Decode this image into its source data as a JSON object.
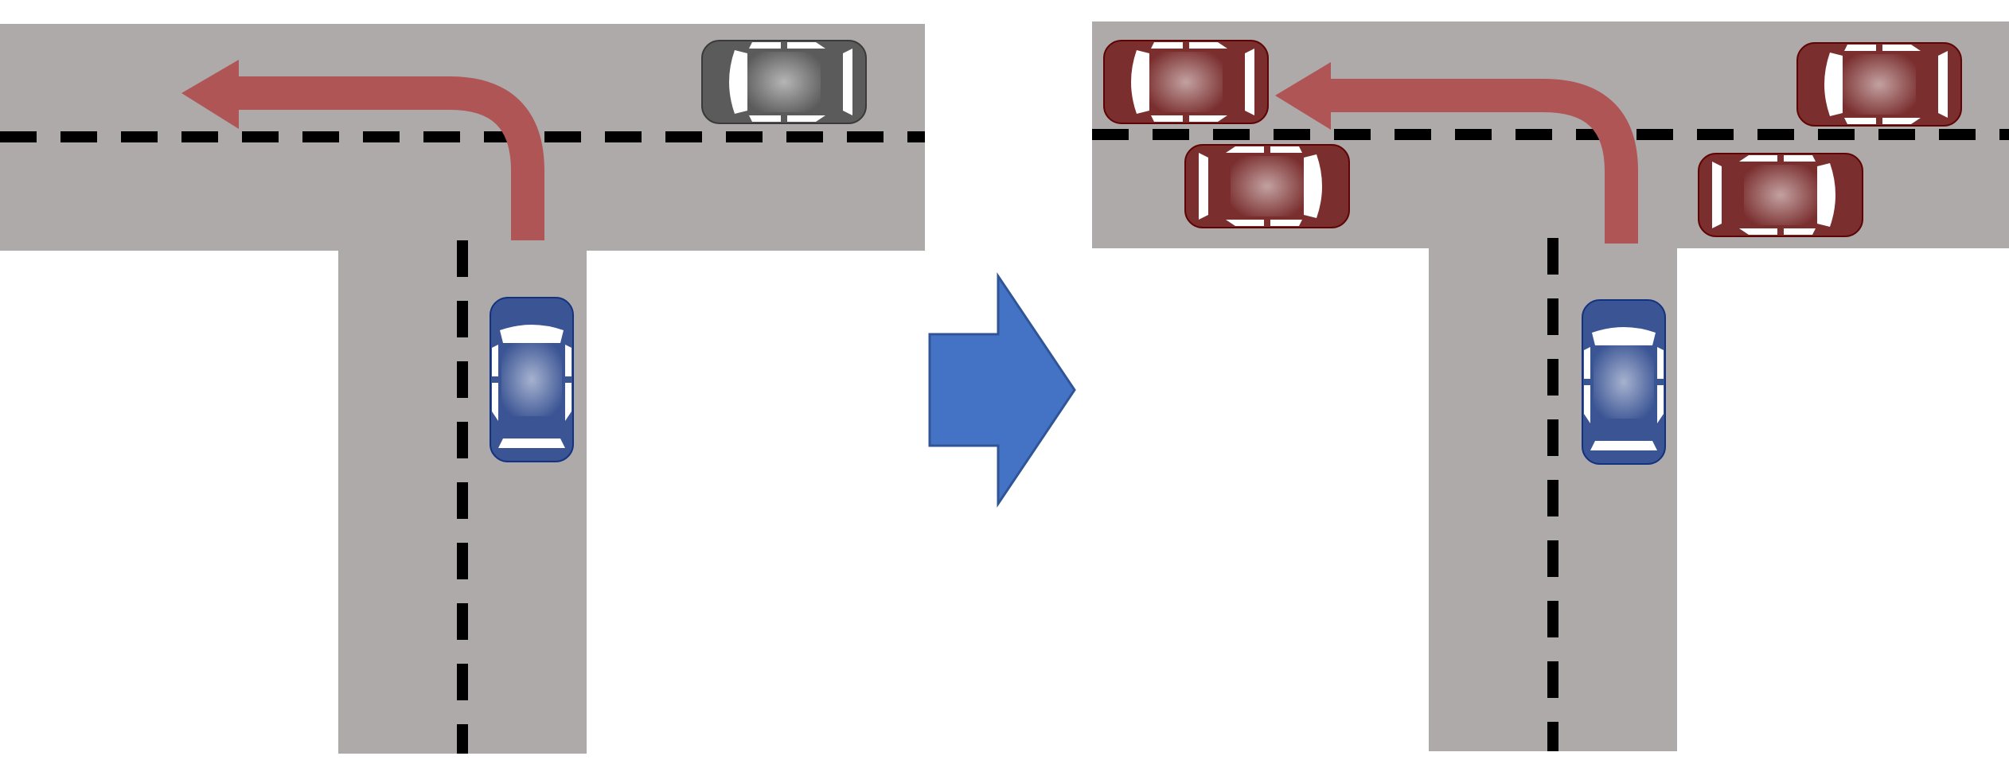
{
  "diagram": {
    "panels": [
      {
        "id": "before",
        "road_color": "#aeaaaa",
        "lane_marking_color": "#000000",
        "turn_arrow": {
          "direction": "left-turn",
          "color": "#b05555"
        },
        "ego_vehicle": {
          "color": "#3a5494",
          "heading": "up"
        },
        "other_vehicles": [
          {
            "color": "#5b5b5b",
            "heading": "left"
          }
        ]
      },
      {
        "id": "after",
        "road_color": "#aeaaaa",
        "lane_marking_color": "#000000",
        "turn_arrow": {
          "direction": "left-turn",
          "color": "#b05555"
        },
        "ego_vehicle": {
          "color": "#3a5494",
          "heading": "up"
        },
        "other_vehicles": [
          {
            "color": "#7a2e2e",
            "heading": "left"
          },
          {
            "color": "#7a2e2e",
            "heading": "right"
          },
          {
            "color": "#7a2e2e",
            "heading": "left"
          },
          {
            "color": "#7a2e2e",
            "heading": "right"
          }
        ]
      }
    ],
    "transition_arrow": {
      "color": "#4472c4",
      "direction": "right"
    }
  }
}
